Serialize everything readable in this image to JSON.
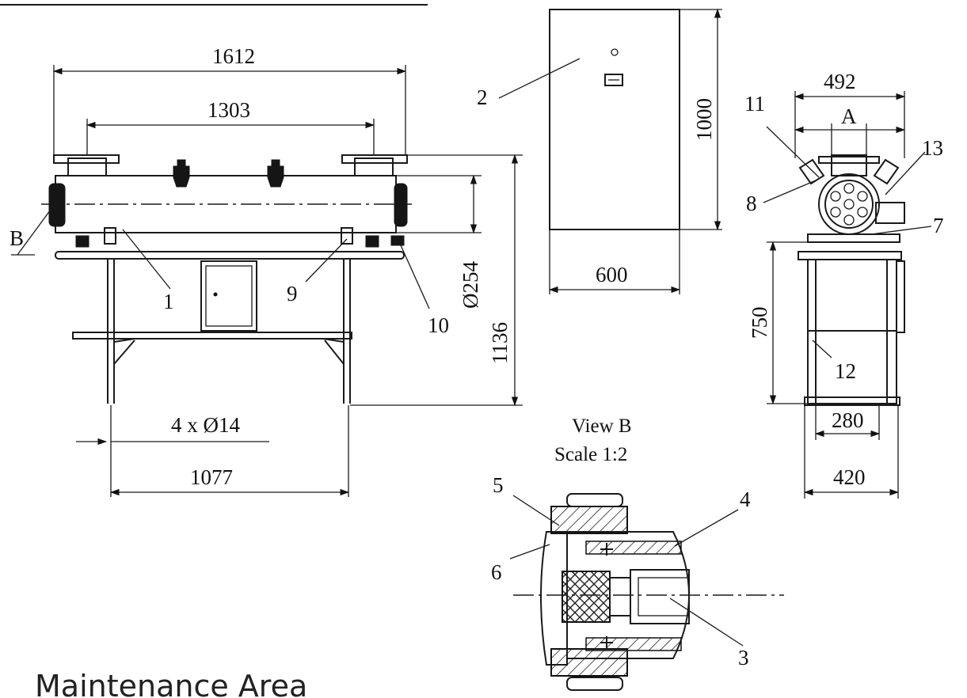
{
  "dimensions": {
    "overall_length": "1612",
    "flange_spacing": "1303",
    "cabinet_height": "1000",
    "cabinet_width": "600",
    "pipe_diameter": "Ø254",
    "total_height": "1136",
    "foot_holes": "4 x Ø14",
    "leg_spacing": "1077",
    "end_view_width": "492",
    "frame_height": "750",
    "frame_inner": "280",
    "frame_outer": "420"
  },
  "callouts": {
    "c1": "1",
    "c2": "2",
    "c3": "3",
    "c4": "4",
    "c5": "5",
    "c6": "6",
    "c7": "7",
    "c8": "8",
    "c9": "9",
    "c10": "10",
    "c11": "11",
    "c12": "12",
    "c13": "13",
    "view_a": "A",
    "view_b": "B"
  },
  "detail_view": {
    "title": "View B",
    "scale": "Scale 1:2"
  },
  "footer": {
    "label": "Maintenance Area"
  }
}
